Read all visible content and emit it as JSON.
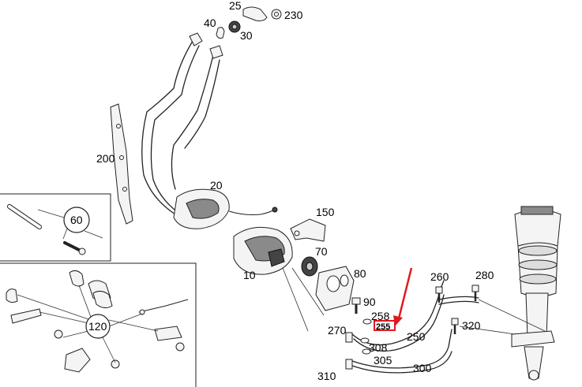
{
  "labels": {
    "p25": "25",
    "p40": "40",
    "p30": "30",
    "p230": "230",
    "p200": "200",
    "p20": "20",
    "p150": "150",
    "p60": "60",
    "p70": "70",
    "p10": "10",
    "p80": "80",
    "p260": "260",
    "p280": "280",
    "p90": "90",
    "p258": "258",
    "p255": "255",
    "p320": "320",
    "p270": "270",
    "p250": "250",
    "p120": "120",
    "p308": "308",
    "p305": "305",
    "p300": "300",
    "p310": "310"
  },
  "highlight": {
    "part": "255",
    "color": "#e0191f"
  }
}
